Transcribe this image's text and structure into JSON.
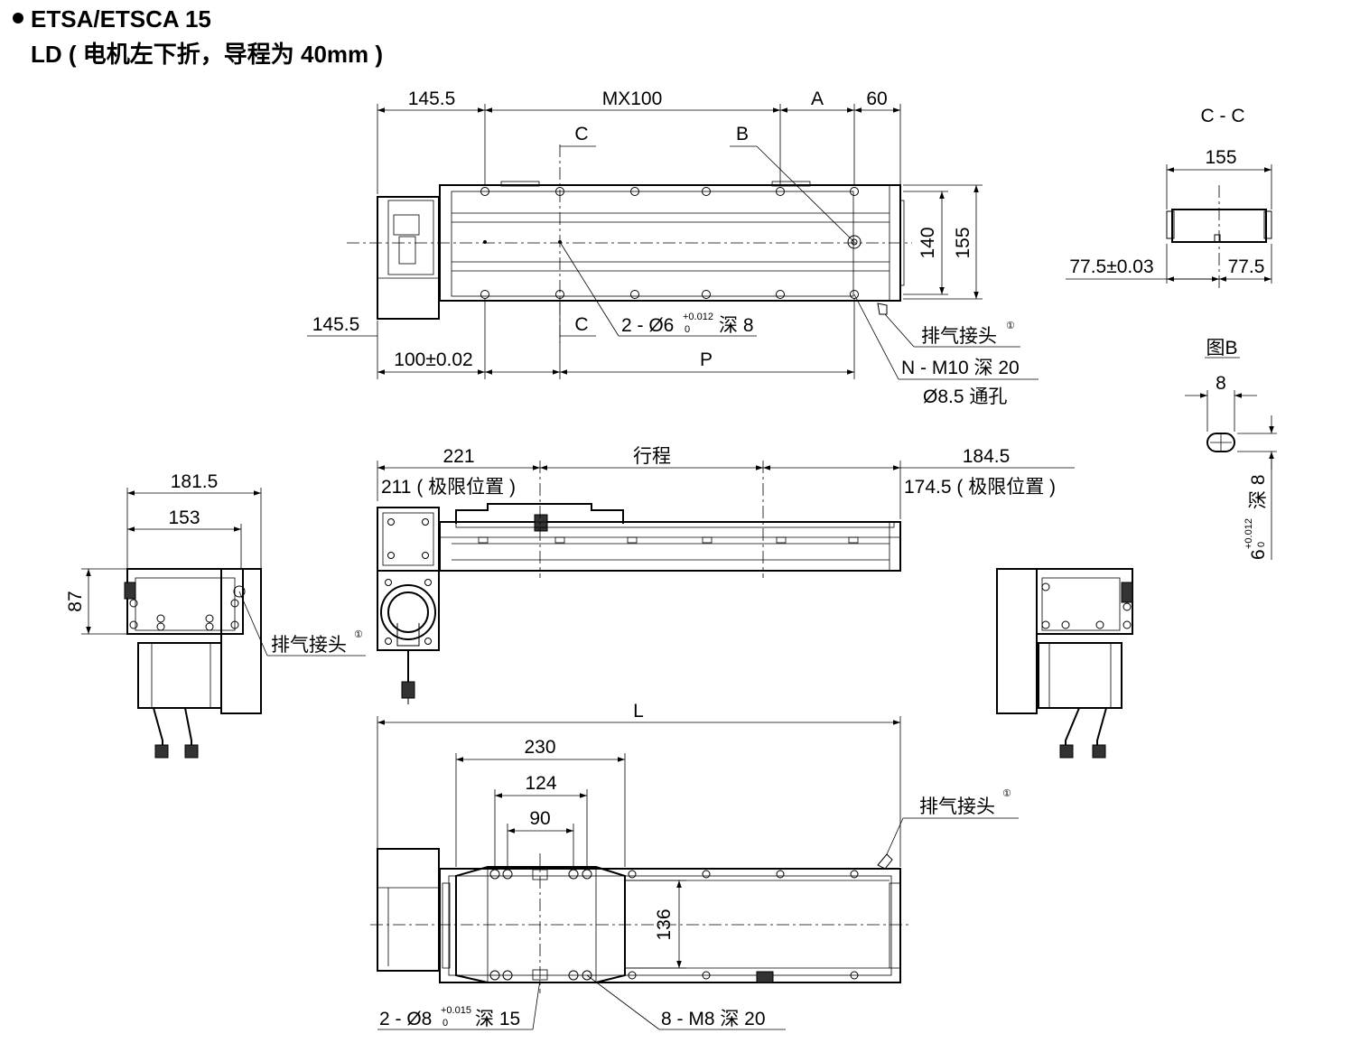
{
  "title": {
    "model": "ETSA/ETSCA 15",
    "variant": "LD ( 电机左下折，导程为 40mm )"
  },
  "top_view": {
    "dims": {
      "left": "145.5",
      "mx": "MX100",
      "a": "A",
      "right": "60",
      "c_top": "C",
      "b": "B",
      "h140": "140",
      "h155": "155",
      "left2": "145.5",
      "c_bottom": "C",
      "pin_hole": "2 - Ø6",
      "pin_tol_upper": "+0.012",
      "pin_tol_lower": "0",
      "pin_depth": "深 8",
      "pitch": "100±0.02",
      "p": "P",
      "vent": "排气接头",
      "vent_mark": "①",
      "tap": "N - M10 深 20",
      "thru": "Ø8.5 通孔"
    }
  },
  "section_cc": {
    "title": "C - C",
    "width": "155",
    "left": "77.5±0.03",
    "right": "77.5"
  },
  "detail_b": {
    "title": "图B",
    "width": "8",
    "depth_base": "6",
    "depth_tol_upper": "+0.012",
    "depth_tol_lower": "0",
    "depth_suffix": "深 8"
  },
  "side_view": {
    "dims": {
      "left": "221",
      "stroke": "行程",
      "right": "184.5",
      "left_limit": "211 ( 极限位置 )",
      "right_limit": "174.5 ( 极限位置 )"
    }
  },
  "left_end_view": {
    "dims": {
      "w1": "181.5",
      "w2": "153",
      "h": "87",
      "vent": "排气接头",
      "vent_mark": "①"
    }
  },
  "bottom_view": {
    "dims": {
      "l": "L",
      "d230": "230",
      "d124": "124",
      "d90": "90",
      "d136": "136",
      "vent": "排气接头",
      "vent_mark": "①",
      "pin_hole": "2 - Ø8",
      "pin_tol_upper": "+0.015",
      "pin_tol_lower": "0",
      "pin_depth": "深 15",
      "tap": "8 - M8 深 20"
    }
  }
}
